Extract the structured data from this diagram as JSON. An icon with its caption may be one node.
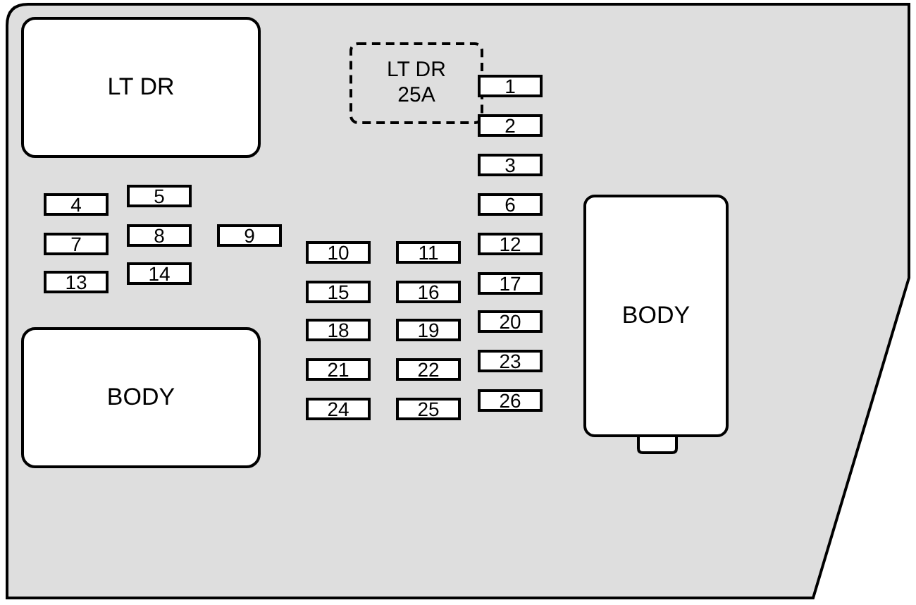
{
  "diagram": {
    "nodes": [
      {
        "text": [
          "LT DR"
        ]
      },
      {
        "text": [
          "LT DR 25A"
        ]
      },
      {
        "text": [
          "1"
        ]
      },
      {
        "text": [
          "2"
        ]
      },
      {
        "text": [
          "3"
        ]
      },
      {
        "text": [
          "4"
        ]
      },
      {
        "text": [
          "5"
        ]
      },
      {
        "text": [
          "6"
        ]
      },
      {
        "text": [
          "7"
        ]
      },
      {
        "text": [
          "8"
        ]
      },
      {
        "text": [
          "9"
        ]
      },
      {
        "text": [
          "10"
        ]
      },
      {
        "text": [
          "11"
        ]
      },
      {
        "text": [
          "12"
        ]
      },
      {
        "text": [
          "13"
        ]
      },
      {
        "text": [
          "14"
        ]
      },
      {
        "text": [
          "15"
        ]
      },
      {
        "text": [
          "16"
        ]
      },
      {
        "text": [
          "17"
        ]
      },
      {
        "text": [
          "18"
        ]
      },
      {
        "text": [
          "19"
        ]
      },
      {
        "text": [
          "20"
        ]
      },
      {
        "text": [
          "21"
        ]
      },
      {
        "text": [
          "22"
        ]
      },
      {
        "text": [
          "23"
        ]
      },
      {
        "text": [
          "24"
        ]
      },
      {
        "text": [
          "25"
        ]
      },
      {
        "text": [
          "26"
        ]
      },
      {
        "text": [
          "BODY"
        ]
      },
      {
        "text": [
          "BODY"
        ]
      }
    ]
  }
}
